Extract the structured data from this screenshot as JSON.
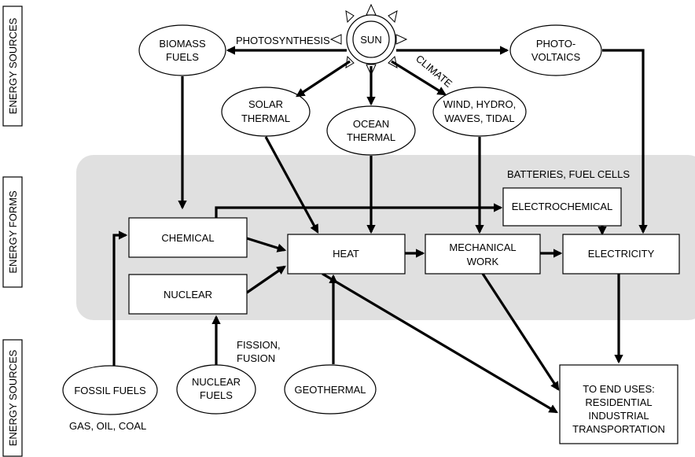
{
  "side_labels": {
    "top": "ENERGY SOURCES",
    "middle": "ENERGY FORMS",
    "bottom": "ENERGY SOURCES"
  },
  "sources_top": {
    "sun": "SUN",
    "biomass": [
      "BIOMASS",
      "FUELS"
    ],
    "photovoltaics": [
      "PHOTO-",
      "VOLTAICS"
    ],
    "solar_thermal": [
      "SOLAR",
      "THERMAL"
    ],
    "ocean_thermal": [
      "OCEAN",
      "THERMAL"
    ],
    "wind_hydro": [
      "WIND, HYDRO,",
      "WAVES, TIDAL"
    ]
  },
  "edge_labels": {
    "photosynthesis": "PHOTOSYNTHESIS",
    "climate": "CLIMATE",
    "batteries": "BATTERIES, FUEL CELLS",
    "fission": [
      "FISSION,",
      "FUSION"
    ],
    "fossil_examples": "GAS, OIL, COAL"
  },
  "forms": {
    "chemical": "CHEMICAL",
    "nuclear": "NUCLEAR",
    "heat": "HEAT",
    "mechanical": [
      "MECHANICAL",
      "WORK"
    ],
    "electricity": "ELECTRICITY",
    "electrochemical": "ELECTROCHEMICAL"
  },
  "sources_bottom": {
    "fossil": "FOSSIL FUELS",
    "nuclear_fuels": [
      "NUCLEAR",
      "FUELS"
    ],
    "geothermal": "GEOTHERMAL"
  },
  "end_uses": [
    "TO END USES:",
    "RESIDENTIAL",
    "INDUSTRIAL",
    "TRANSPORTATION"
  ]
}
